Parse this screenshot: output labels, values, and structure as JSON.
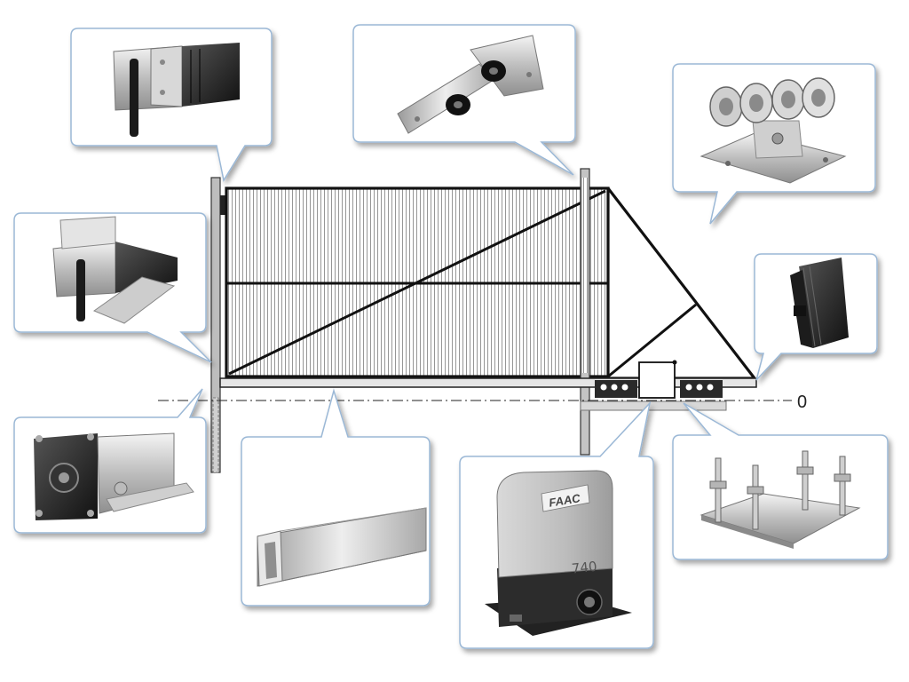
{
  "diagram": {
    "ground_level_label": "0",
    "panels": [
      {
        "id": "upper-catcher",
        "icon": "upper-catcher-bracket-icon"
      },
      {
        "id": "top-guide-rollers",
        "icon": "top-guide-roller-bracket-icon"
      },
      {
        "id": "roller-carriage",
        "icon": "roller-carriage-icon"
      },
      {
        "id": "lower-catcher",
        "icon": "lower-catcher-bracket-icon"
      },
      {
        "id": "end-plug",
        "icon": "rubber-end-plug-icon"
      },
      {
        "id": "end-roller",
        "icon": "end-roller-icon"
      },
      {
        "id": "guide-beam",
        "icon": "guide-beam-profile-icon"
      },
      {
        "id": "gate-operator",
        "icon": "gate-operator-motor-icon",
        "brand": "FAAC",
        "model": "740"
      },
      {
        "id": "mounting-plate",
        "icon": "mounting-plate-bolts-icon"
      }
    ]
  }
}
